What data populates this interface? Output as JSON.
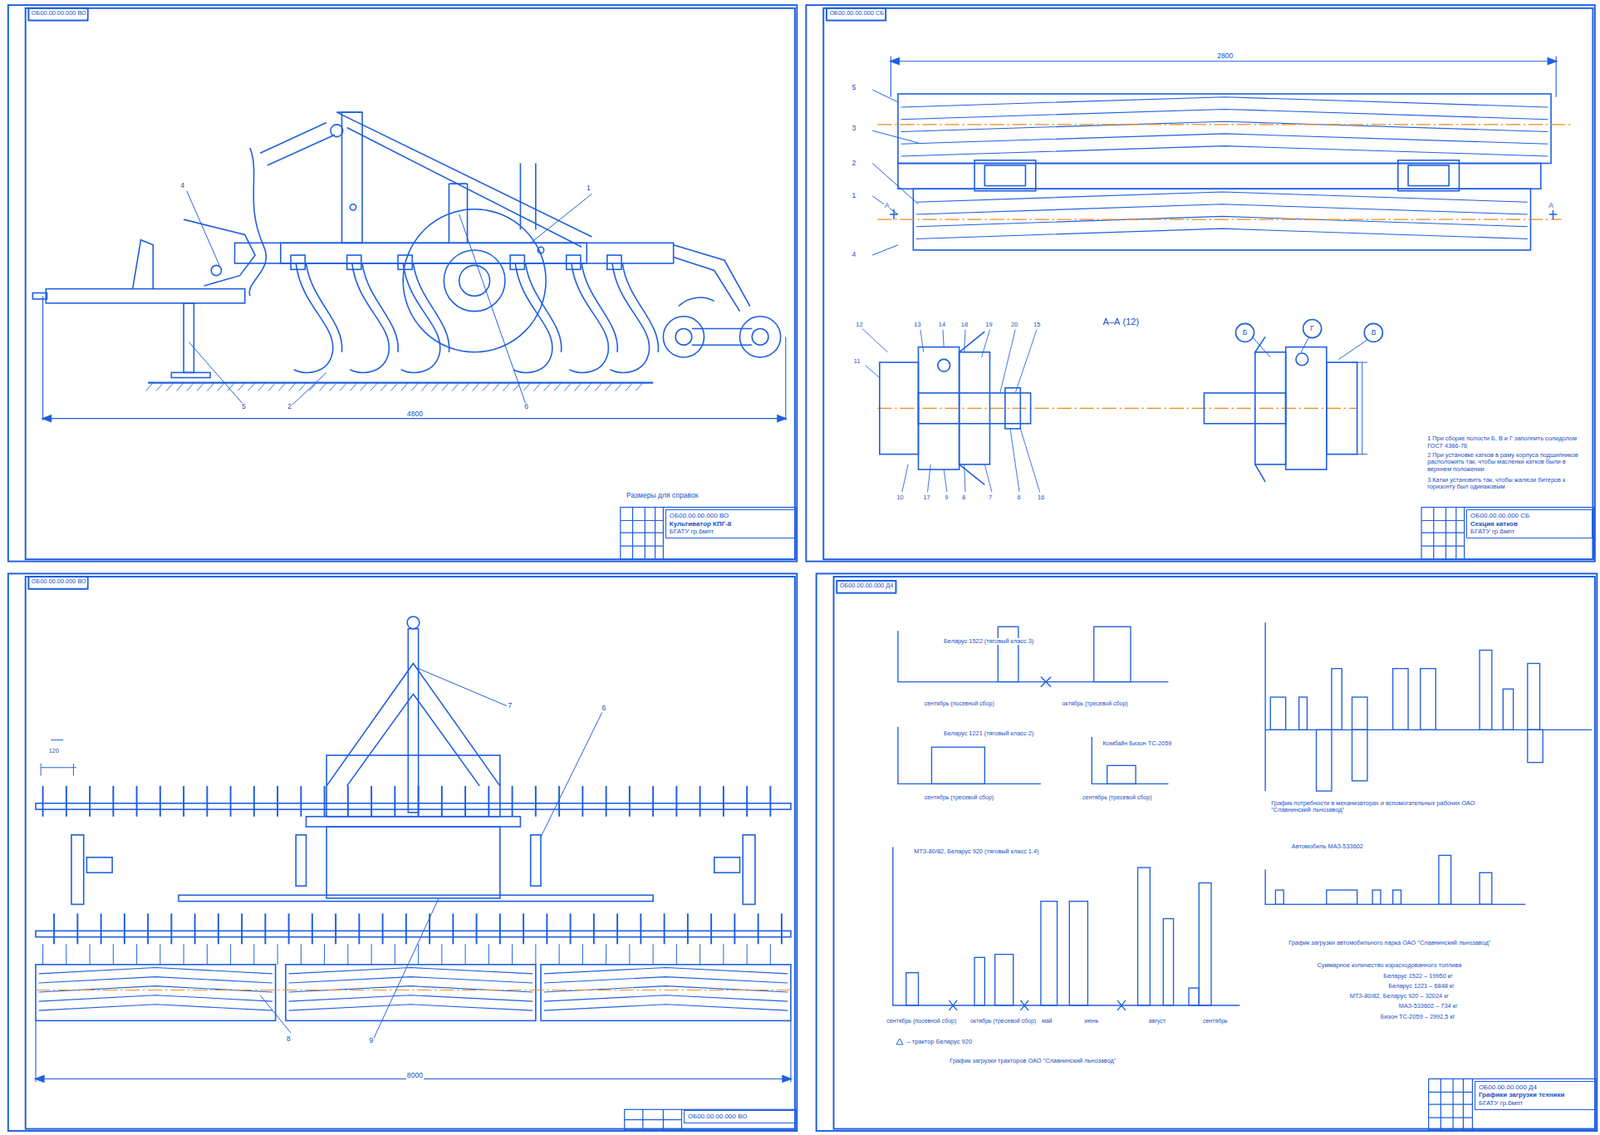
{
  "diagram": {
    "nodes": [
      {
        "text": [
          "ОБ00.00.00.000 ВО",
          "Культиватор КПГ-8",
          "БГАТУ гр.6мпт"
        ]
      },
      {
        "text": [
          "ОБ00.00.00.000 СБ",
          "Секция катков",
          "БГАТУ гр.6мпт"
        ]
      },
      {
        "text": [
          "ОБ00.00.00.000 ВО"
        ]
      },
      {
        "text": [
          "ОБ00.00.00.000 Д4",
          "Графики загрузки техники",
          "БГАТУ гр.6мпт"
        ]
      }
    ],
    "labels": [
      "ОБ00.00.00.000 ВО",
      "4",
      "1",
      "5",
      "2",
      "6",
      "4800",
      "Размеры для справок",
      "ОБ00.00.00.000 СБ",
      "2800",
      "5",
      "3",
      "2",
      "1",
      "4",
      "A",
      "A",
      "А–А (12)",
      "12",
      "13",
      "14",
      "18",
      "19",
      "20",
      "15",
      "11",
      "10",
      "17",
      "9",
      "8",
      "7",
      "6",
      "16",
      "Б",
      "Г",
      "В",
      "1 При сборке полости Б, В и Г заполнить солидолом ГОСТ 4366-76",
      "2 При установке катков в раму корпуса подшипников расположить так, чтобы масленки катков были в верхнем положении",
      "3 Катки установить так, чтобы жалюзи битеров к горизонту был одинаковым",
      "ОБ00.00.00.000 ВО",
      "7",
      "6",
      "8",
      "9",
      "120",
      "8000",
      "ОБ00.00.00.000 Д4",
      "Беларус 1522 (тяговый класс 3)",
      "сентябрь (посевной сбор)",
      "октябрь (тресевой сбор)",
      "Беларус 1221 (тяговый класс 2)",
      "сентябрь (тресевой сбор)",
      "Комбайн Бизон ТС-2059",
      "сентябрь (тресевой сбор)",
      "МТЗ-80/82, Беларус 920 (тяговый класс 1.4)",
      "сентябрь (посевной сбор)",
      "октябрь (тресевой сбор)",
      "май",
      "июнь",
      "август",
      "сентябрь",
      "График загрузки тракторов ОАО \"Славнинский льнозавод\"",
      "График потребности в механизаторах и вспомогательных рабочих ОАО \"Славнинский льнозавод\"",
      "Автомобиль МАЗ-533602",
      "График загрузки автомобильного парка ОАО \"Славнинский льнозавод\"",
      "Суммарное количество израсходованного топлива",
      "Беларус 1522 – 19950 кг",
      "Беларус 1221 – 6848 кг",
      "МТЗ-80/82, Беларус 920 – 32024 кг",
      "МАЗ-533602 – 734 кг",
      "Бизон ТС-2059 – 2992,5 кг"
    ],
    "legend": [
      {
        "text": "– трактор Беларус 920"
      }
    ]
  }
}
